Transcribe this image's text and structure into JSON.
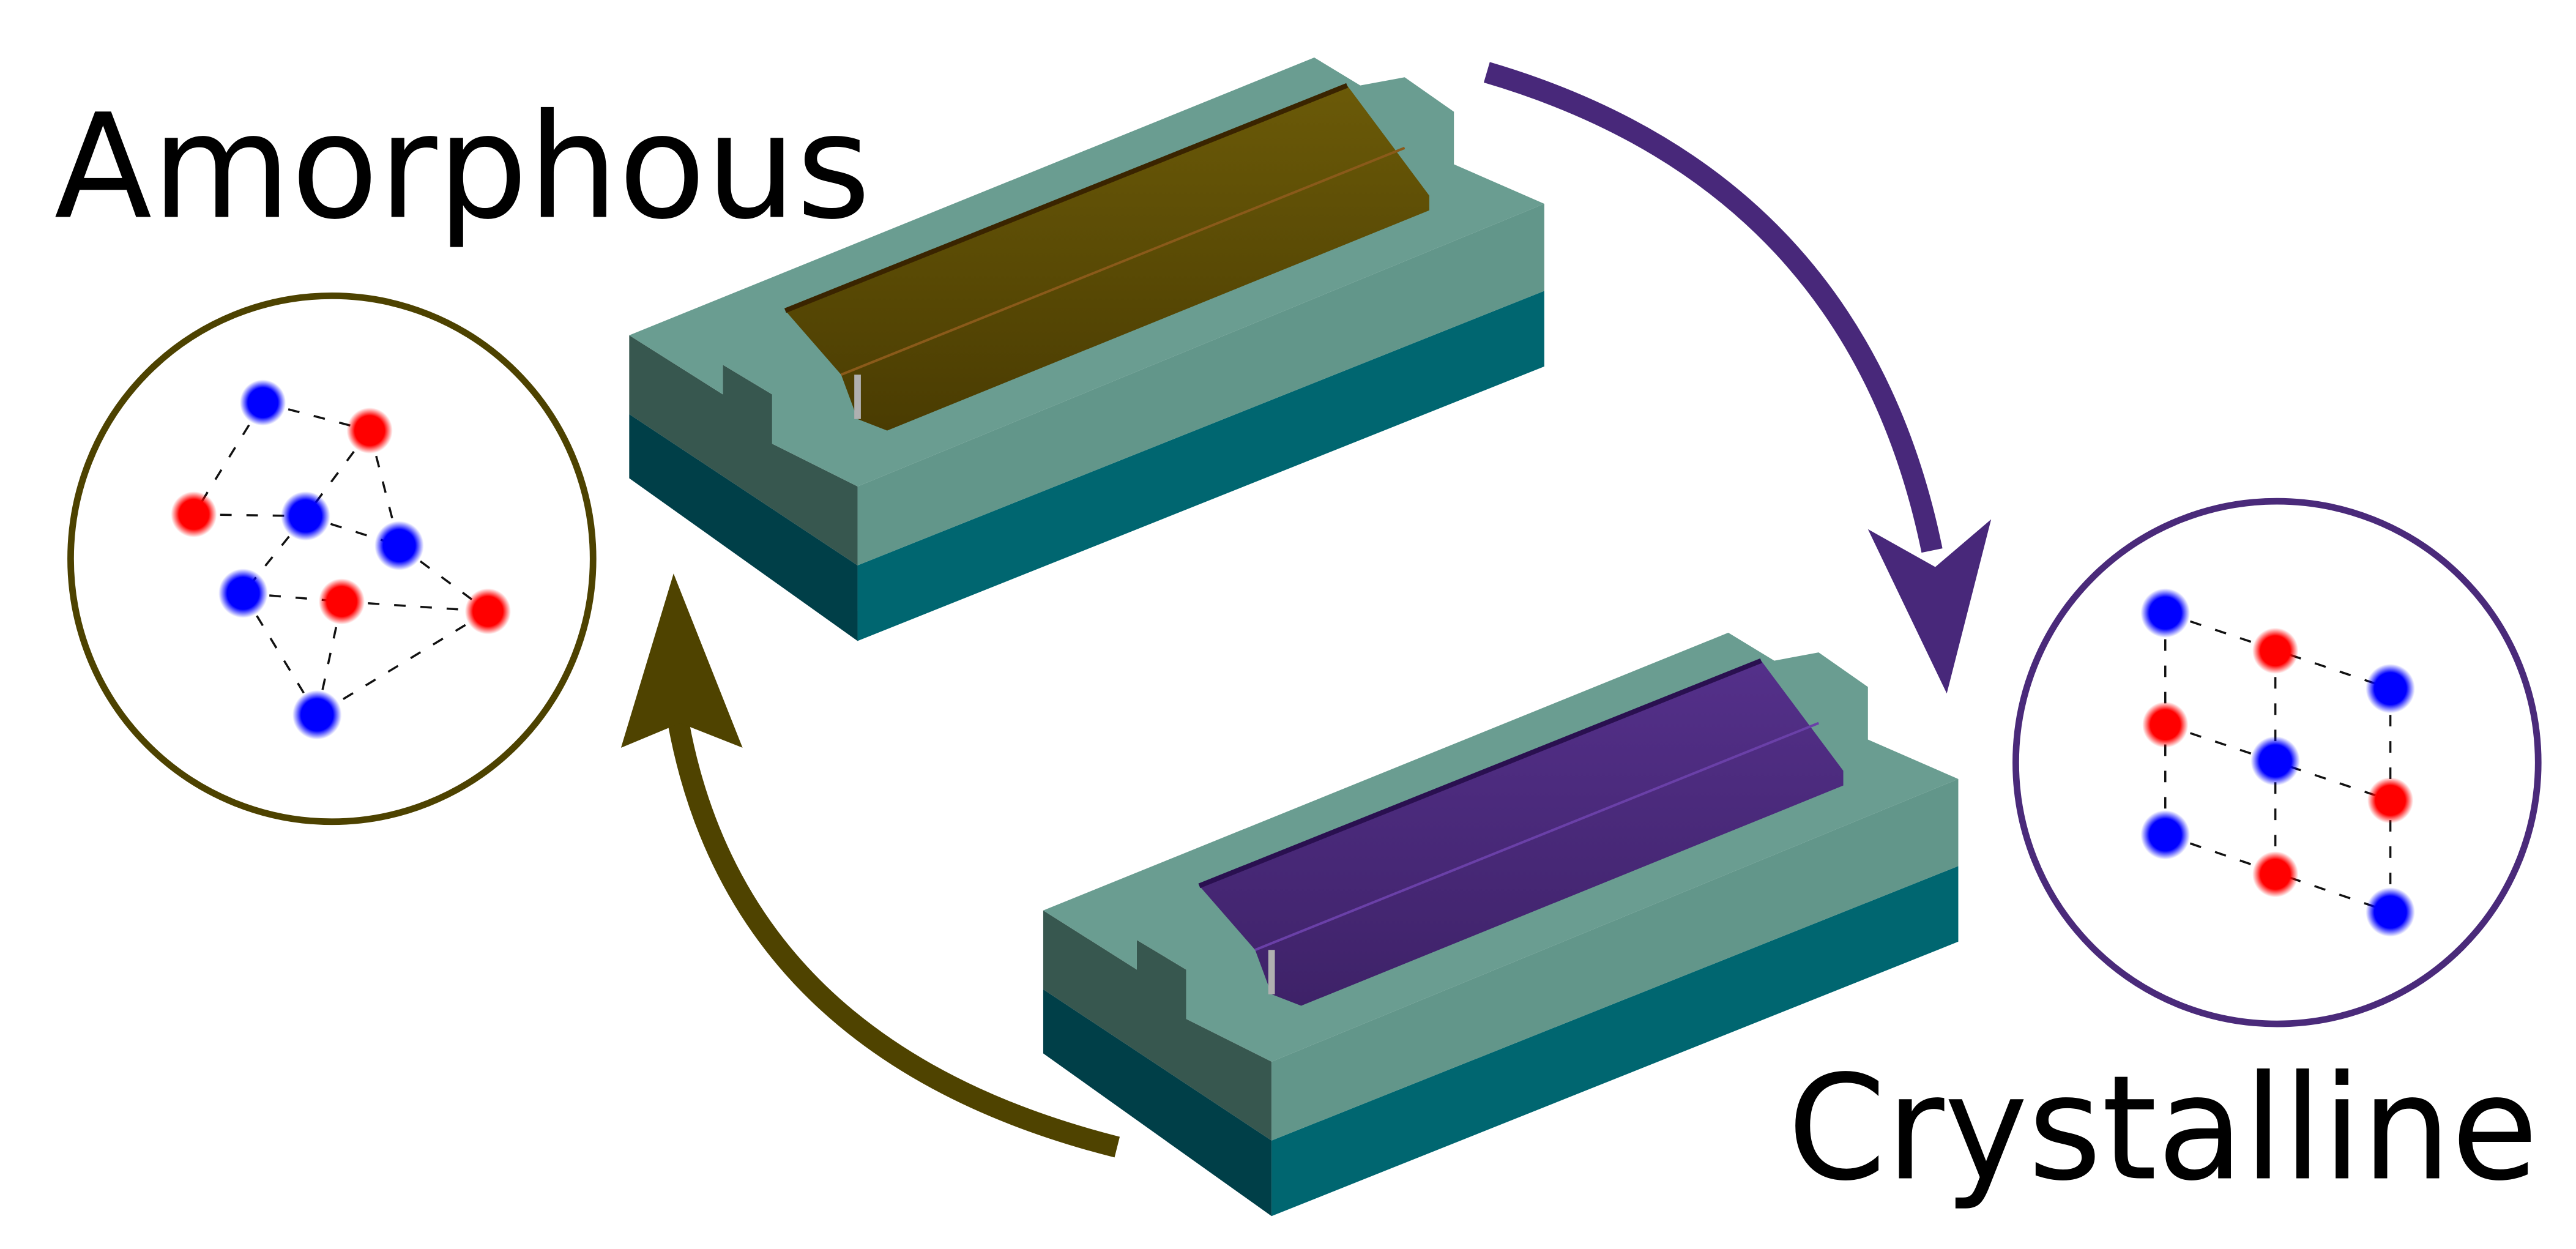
{
  "labels": {
    "amorphous": "Amorphous",
    "crystalline": "Crystalline"
  },
  "colors": {
    "amorphous_material": "#5c4b06",
    "crystalline_material": "#4a2a7c",
    "amorphous_arrow": "#4f4300",
    "crystalline_arrow": "#48287a",
    "cladding_top": "#66998d",
    "cladding_side": "#37574f",
    "substrate_front": "#006670",
    "substrate_side": "#003f48",
    "atom_type_a": "#0000ff",
    "atom_type_b": "#ff0000"
  },
  "icons": {
    "crystallize_arrow": "curved-arrow-down",
    "amorphize_arrow": "curved-arrow-up"
  }
}
